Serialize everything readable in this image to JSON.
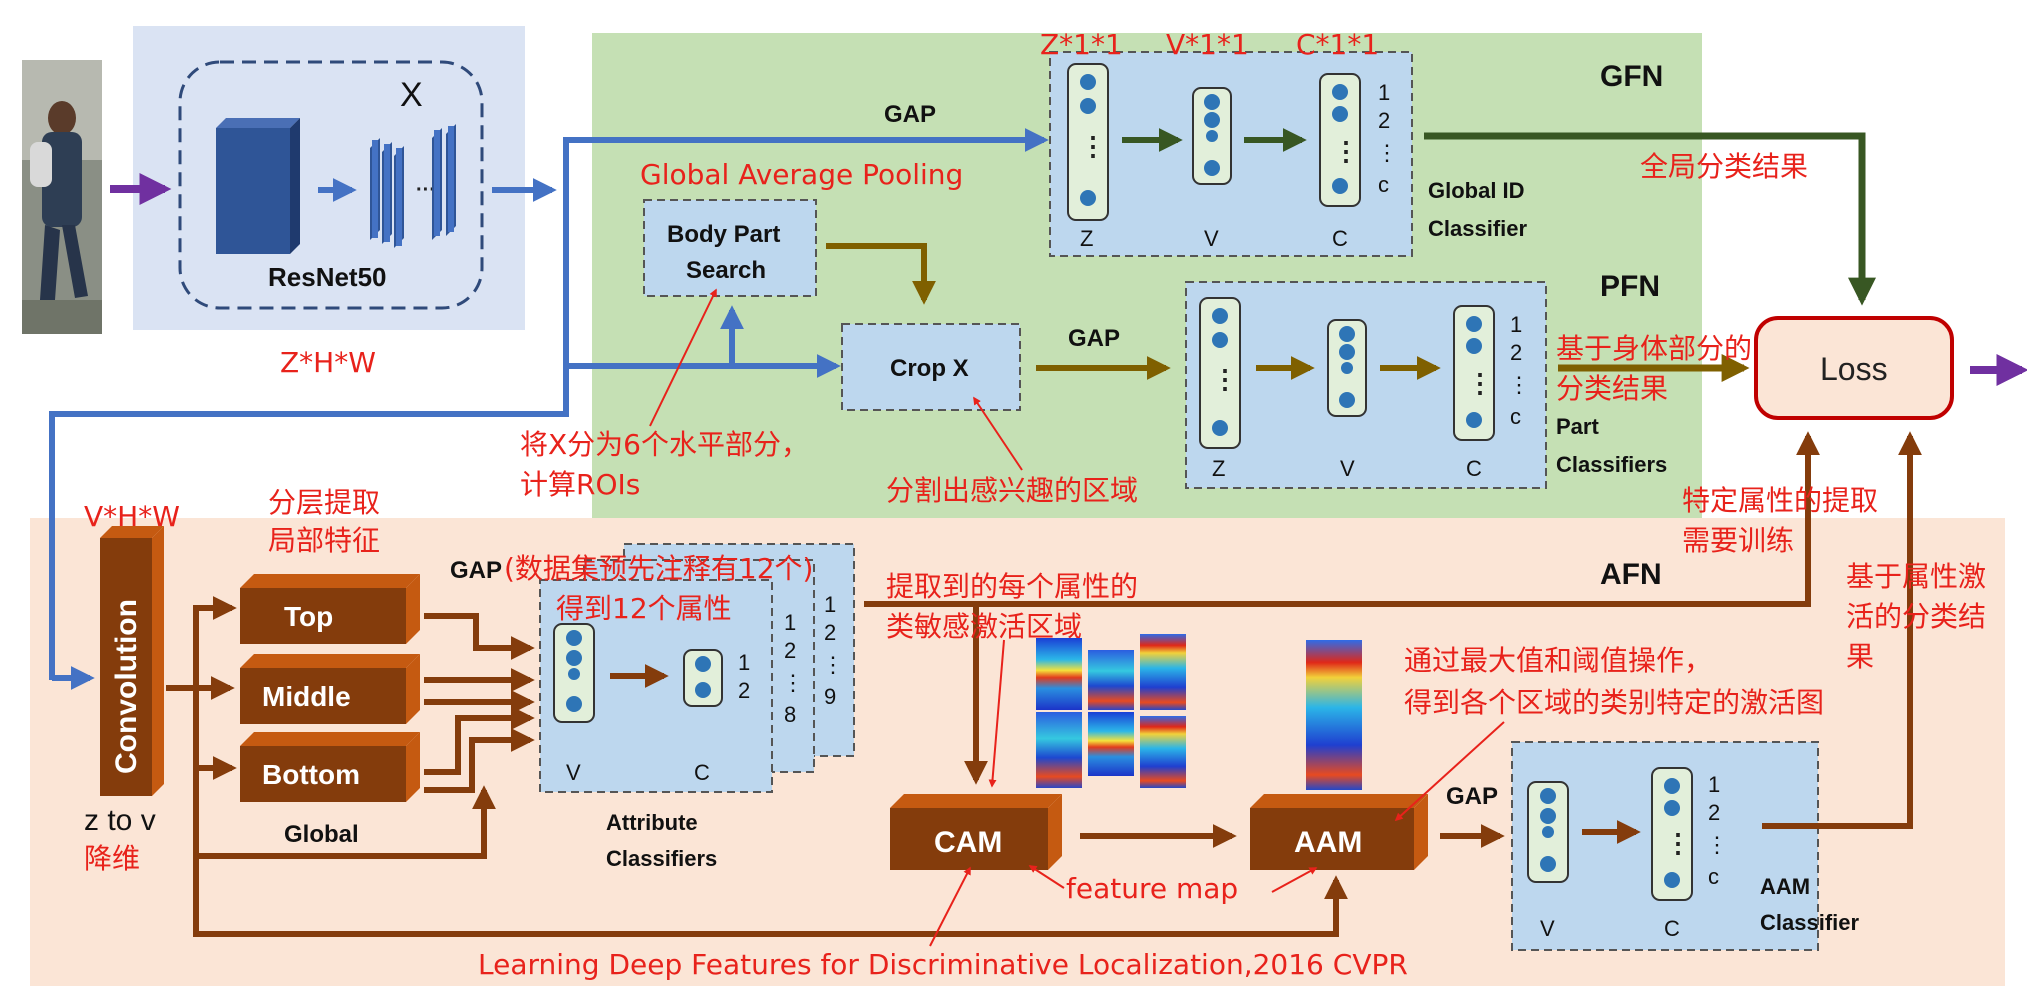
{
  "modules": {
    "gfn": "GFN",
    "pfn": "PFN",
    "afn": "AFN"
  },
  "blocks": {
    "resnet": "ResNet50",
    "x_label": "X",
    "body_part_search_1": "Body Part",
    "body_part_search_2": "Search",
    "crop_x": "Crop X",
    "convolution": "Convolution",
    "top": "Top",
    "middle": "Middle",
    "bottom": "Bottom",
    "global": "Global",
    "cam": "CAM",
    "aam": "AAM",
    "loss": "Loss"
  },
  "gap": "GAP",
  "dims": {
    "zhw": "Z*H*W",
    "vhw": "V*H*W",
    "z11": "Z*1*1",
    "v11": "V*1*1",
    "c11": "C*1*1",
    "ztov": "z to v"
  },
  "vec": {
    "z": "Z",
    "v": "V",
    "c": "C",
    "n1": "1",
    "n2": "2",
    "nc": "c",
    "n8": "8",
    "n9": "9",
    "dots": "⋮"
  },
  "classifiers": {
    "global_id_1": "Global ID",
    "global_id_2": "Classifier",
    "part_1": "Part",
    "part_2": "Classifiers",
    "attr_1": "Attribute",
    "attr_2": "Classifiers",
    "aam_1": "AAM",
    "aam_2": "Classifier"
  },
  "annotations": {
    "global_avg_pooling": "Global Average Pooling",
    "global_result": "全局分类结果",
    "part_result_1": "基于身体部分的",
    "part_result_2": "分类结果",
    "split_x_1": "将X分为6个水平部分，",
    "split_x_2": "计算ROIs",
    "crop_roi": "分割出感兴趣的区域",
    "attr_train_1": "特定属性的提取",
    "attr_train_2": "需要训练",
    "attr_result_1": "基于属性激",
    "attr_result_2": "活的分类结",
    "attr_result_3": "果",
    "layered_1": "分层提取",
    "layered_2": "局部特征",
    "dataset_1": "(数据集预先注释有12个)",
    "dataset_2": "得到12个属性",
    "cam_region_1": "提取到的每个属性的",
    "cam_region_2": "类敏感激活区域",
    "max_thresh_1": "通过最大值和阈值操作，",
    "max_thresh_2": "得到各个区域的类别特定的激活图",
    "feature_map": "feature map",
    "reduce_dim": "降维",
    "citation": "Learning Deep Features for Discriminative Localization,2016 CVPR"
  },
  "colors": {
    "blue_arrow": "#4472c4",
    "olive_arrow": "#7f6000",
    "green_arrow": "#385723",
    "brown_arrow": "#843c0c",
    "red_text": "#e8221b",
    "gfn_bg": "#c5e0b4",
    "afn_bg": "#fbe5d6",
    "resnet_bg": "#dae3f3",
    "loss_border": "#c00000"
  }
}
